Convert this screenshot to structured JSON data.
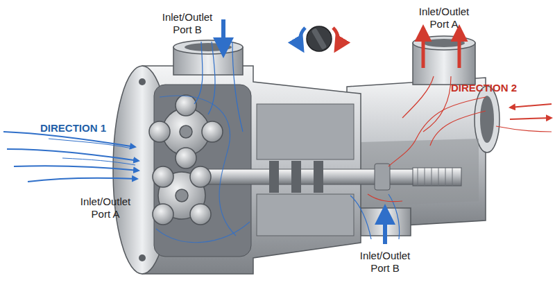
{
  "diagram": {
    "labels": [
      "Inlet/Outlet Port B",
      "Inlet/Outlet Port A",
      "DIRECTION 2",
      "DIRECTION 1",
      "Inlet/Outlet Port A",
      "Inlet/Outlet Port B"
    ]
  }
}
